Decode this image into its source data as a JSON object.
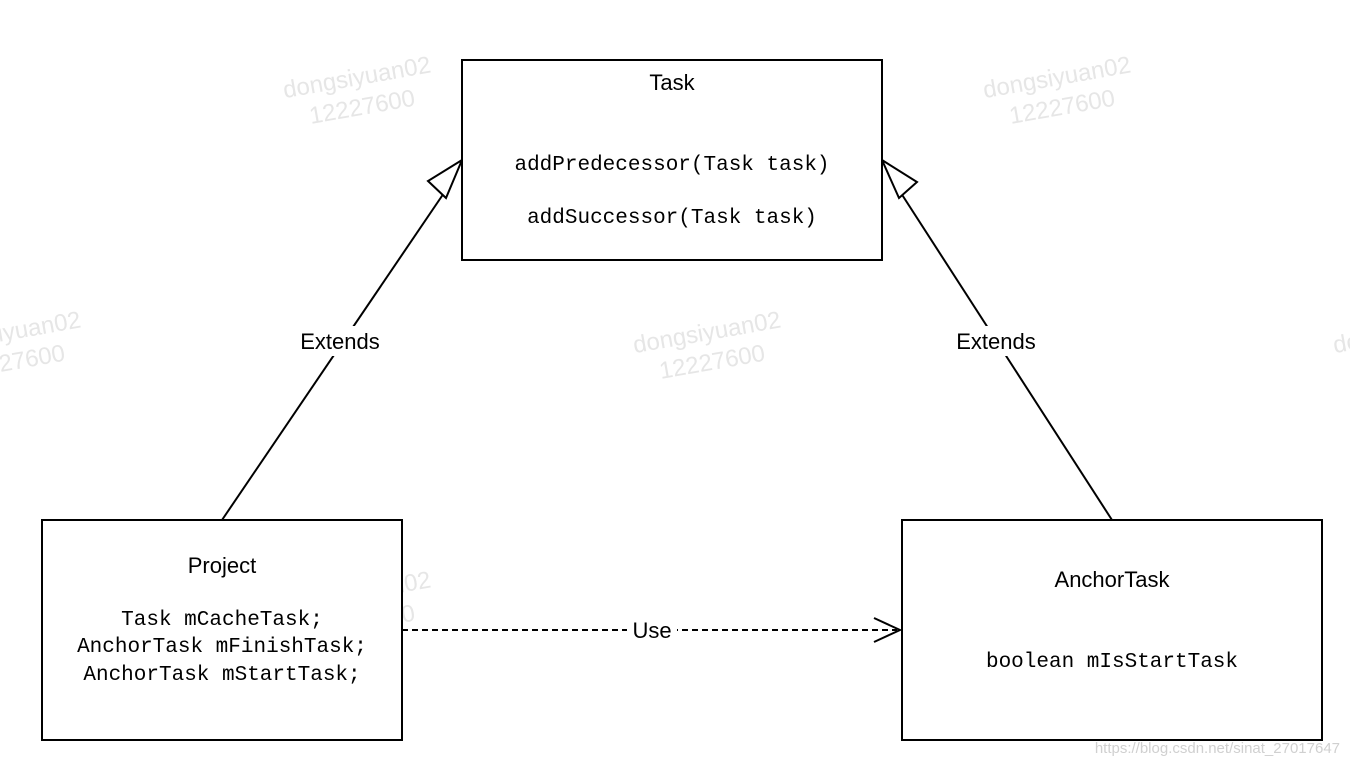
{
  "classes": {
    "task": {
      "name": "Task",
      "members": [
        "addPredecessor(Task task)",
        "addSuccessor(Task task)"
      ]
    },
    "project": {
      "name": "Project",
      "members": [
        "Task mCacheTask;",
        "AnchorTask mFinishTask;",
        "AnchorTask mStartTask;"
      ]
    },
    "anchor_task": {
      "name": "AnchorTask",
      "members": [
        "boolean mIsStartTask"
      ]
    }
  },
  "relations": {
    "project_extends": "Extends",
    "anchor_extends": "Extends",
    "use": "Use"
  },
  "watermark": {
    "name": "dongsiyuan02",
    "id": "12227600"
  },
  "credit": "https://blog.csdn.net/sinat_27017647"
}
